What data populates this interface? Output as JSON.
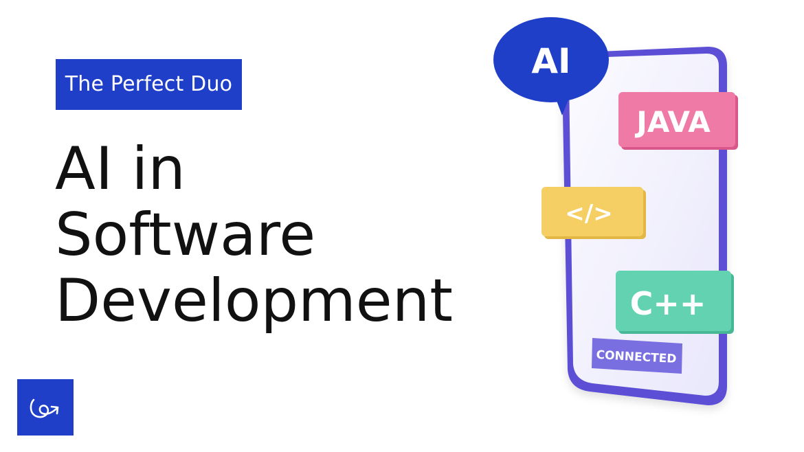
{
  "badge": {
    "label": "The Perfect Duo"
  },
  "headline": {
    "line1": "AI in",
    "line2": "Software",
    "line3": "Development"
  },
  "illustration": {
    "bubble_label": "AI",
    "tag_java": "JAVA",
    "tag_code": "</>",
    "tag_cpp": "C++",
    "status_label": "CONNECTED"
  },
  "colors": {
    "brand_blue": "#1f3fc9",
    "java_pink": "#ef7aa6",
    "code_yellow": "#f5cf63",
    "cpp_green": "#63d2b0",
    "phone_frame": "#5b4fd6",
    "status_purple": "#7a6fe0"
  },
  "icons": {
    "logo": "loop-arrow-icon"
  }
}
